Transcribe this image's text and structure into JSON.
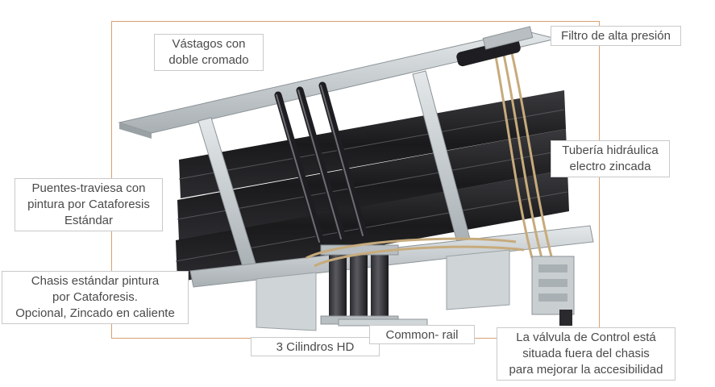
{
  "labels": {
    "vastagos": "Vástagos con\ndoble cromado",
    "filtro": "Filtro de alta presión",
    "tuberia": "Tubería hidráulica\nelectro zincada",
    "puentes": "Puentes-traviesa con\npintura por Cataforesis\nEstándar",
    "chasis": "Chasis estándar pintura\npor Cataforesis.\nOpcional, Zincado en caliente",
    "cilindros": "3 Cilindros HD",
    "common_rail": "Common- rail",
    "valvula": "La válvula de Control está\nsituada fuera del chasis\npara mejorar la accesibilidad"
  },
  "colors": {
    "frame_border": "#d9a070",
    "label_border": "#c9c9c9",
    "label_text": "#4a4a4a",
    "steel": "#c4cacd",
    "crossbeam": "#1e1e20",
    "copper_pipe": "#c7ab7c"
  }
}
